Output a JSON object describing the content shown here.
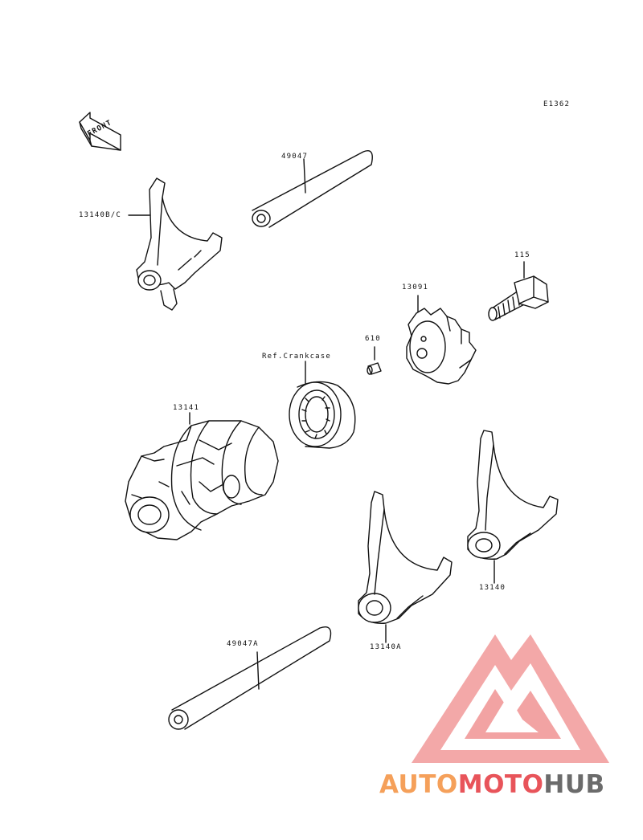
{
  "diagram": {
    "code": "E1362",
    "front_label": "FRONT",
    "ref_label": "Ref.Crankcase",
    "parts": {
      "fork_bc": "13140B/C",
      "shaft_upper": "49047",
      "bolt": "115",
      "star_plate": "13091",
      "pin": "610",
      "drum": "13141",
      "fork": "13140",
      "fork_a": "13140A",
      "shaft_lower": "49047A"
    }
  },
  "watermark": {
    "part1": "AUTO",
    "part2": "MOTO",
    "part3": "HUB",
    "color_orange": "#f5a05a",
    "color_red": "#e8545a",
    "color_gray": "#6b6b6b"
  }
}
